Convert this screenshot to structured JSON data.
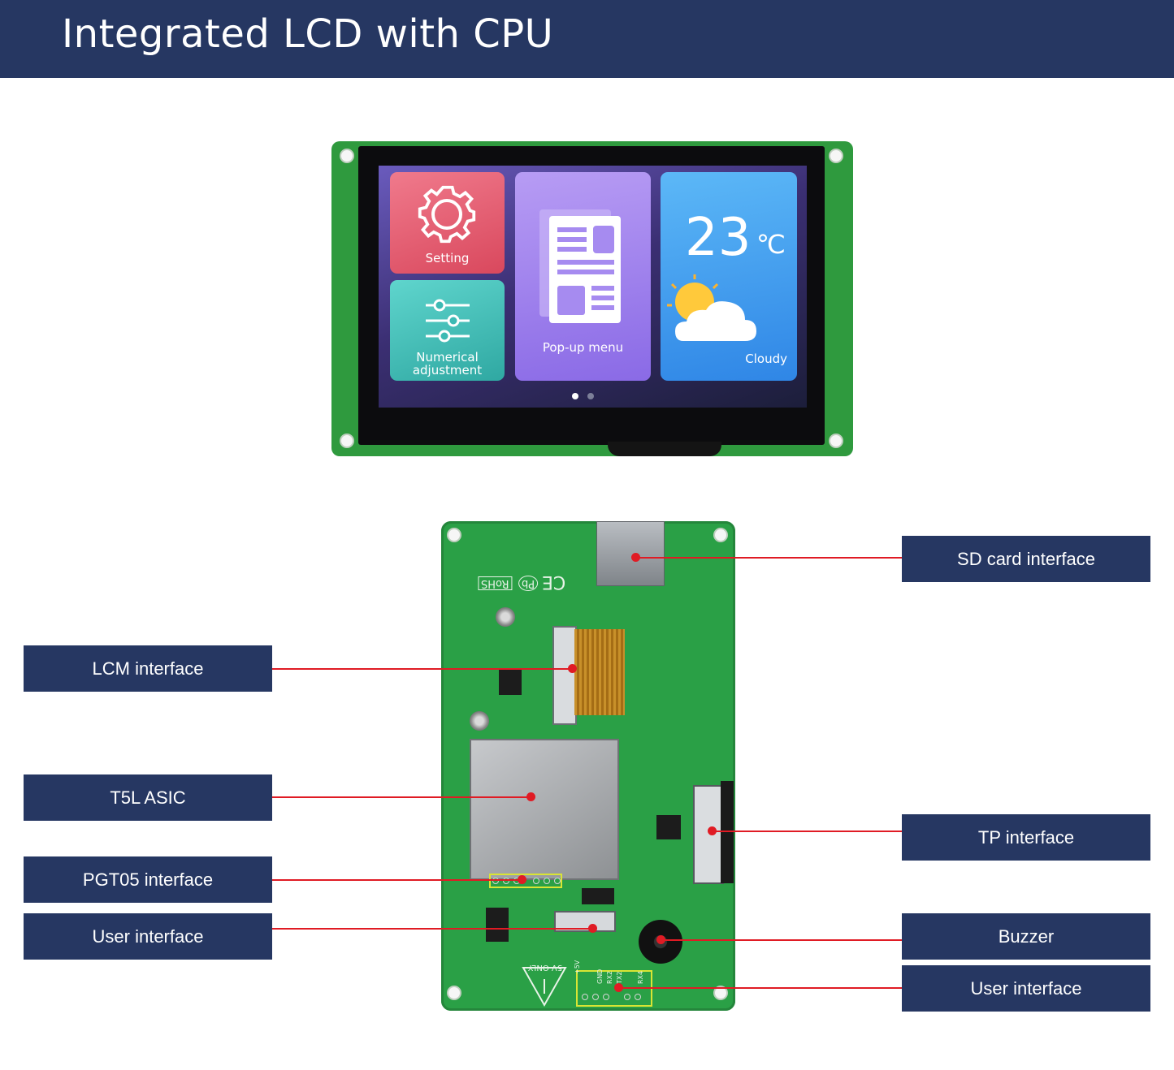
{
  "header": {
    "title": "Integrated LCD with CPU"
  },
  "screen_ui": {
    "tiles": {
      "setting": "Setting",
      "numerical_line1": "Numerical",
      "numerical_line2": "adjustment",
      "popup": "Pop-up menu",
      "weather_condition": "Cloudy"
    },
    "temperature": "23",
    "temperature_unit": "℃",
    "pager_active": 1,
    "pager_count": 2
  },
  "pcb_silkscreen": {
    "rohs": "RoHS",
    "ce": "CE",
    "pb": "Pb",
    "five_v_only": "5V ONLY",
    "user_pins": [
      "+5V",
      "GND",
      "RX2",
      "TX2",
      "RX4"
    ]
  },
  "callouts": {
    "sd_card": "SD card interface",
    "lcm": "LCM interface",
    "t5l": "T5L ASIC",
    "tp": "TP interface",
    "pgt05": "PGT05 interface",
    "user_left": "User interface",
    "buzzer": "Buzzer",
    "user_right": "User interface"
  },
  "colors": {
    "banner": "#263762",
    "leader": "#e01b24",
    "pcb": "#2aa046",
    "highlight": "#d9e534"
  }
}
